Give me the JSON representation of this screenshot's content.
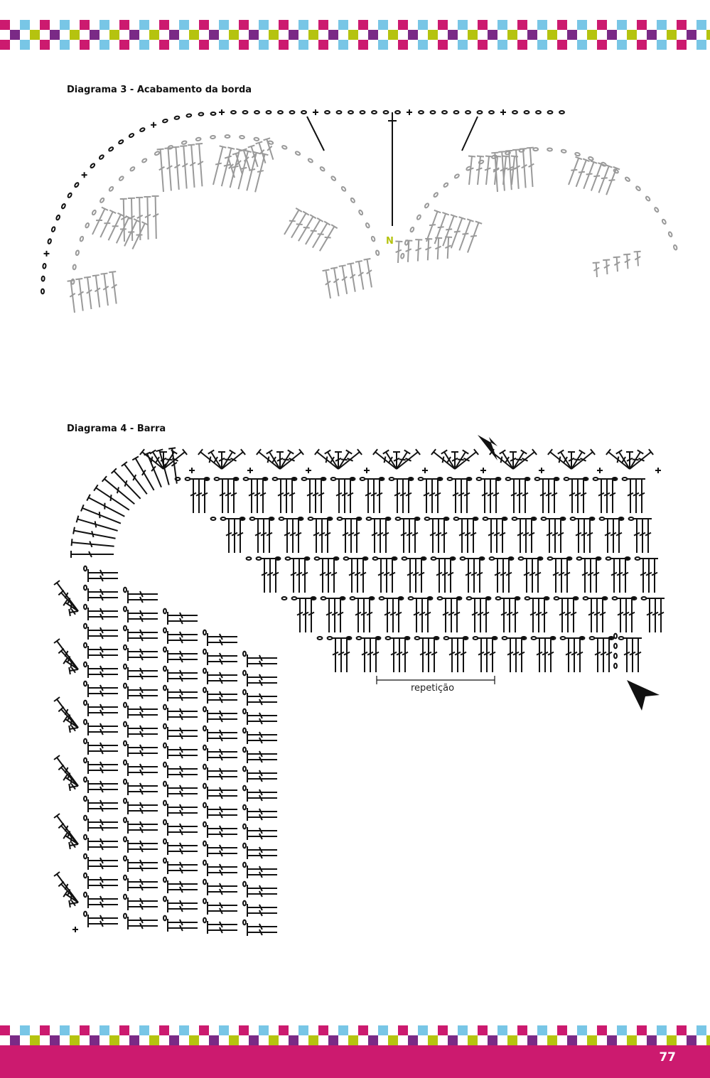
{
  "diagram3": {
    "title": "Diagrama 3 - Acabamento da borda",
    "marker": "N"
  },
  "diagram4": {
    "title": "Diagrama 4 - Barra",
    "repeat_label": "repetição"
  },
  "footer": {
    "page_number": "77"
  },
  "colors": {
    "magenta": "#cc1a6f",
    "lime": "#b5c30f",
    "sky": "#78c6e6",
    "purple": "#7a2a86",
    "diagram_gray": "#9a9a9a",
    "ink": "#111111"
  }
}
